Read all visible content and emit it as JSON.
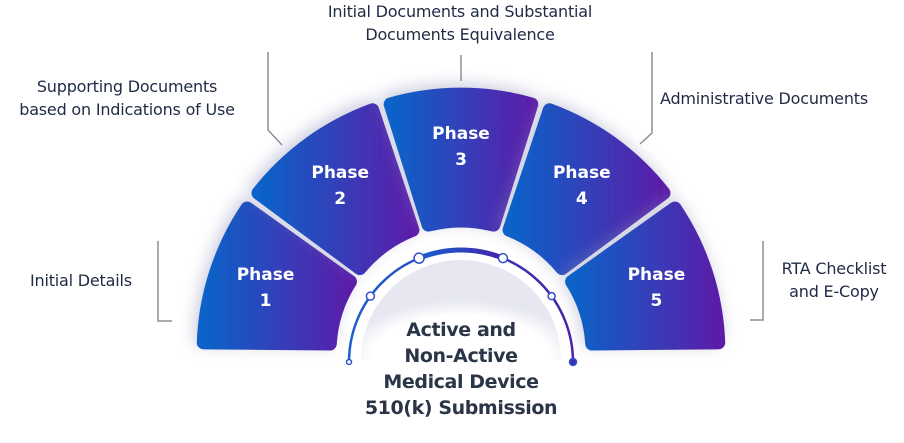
{
  "title": {
    "lines": [
      "Active and",
      "Non-Active",
      "Medical Device",
      "510(k) Submission"
    ]
  },
  "colors": {
    "gradient_start": "#0a63c9",
    "gradient_end": "#5b1da9",
    "text": "#1f2a44",
    "connector": "#8a8f99",
    "phase_text": "#ffffff"
  },
  "phases": [
    {
      "word": "Phase",
      "number": "1",
      "description": [
        "Initial Details"
      ]
    },
    {
      "word": "Phase",
      "number": "2",
      "description": [
        "Supporting Documents",
        "based on Indications of Use"
      ]
    },
    {
      "word": "Phase",
      "number": "3",
      "description": [
        "Initial Documents and Substantial",
        "Documents Equivalence"
      ]
    },
    {
      "word": "Phase",
      "number": "4",
      "description": [
        "Administrative Documents"
      ]
    },
    {
      "word": "Phase",
      "number": "5",
      "description": [
        "RTA Checklist",
        "and E-Copy"
      ]
    }
  ],
  "progress_arc": {
    "milestones": 6
  }
}
